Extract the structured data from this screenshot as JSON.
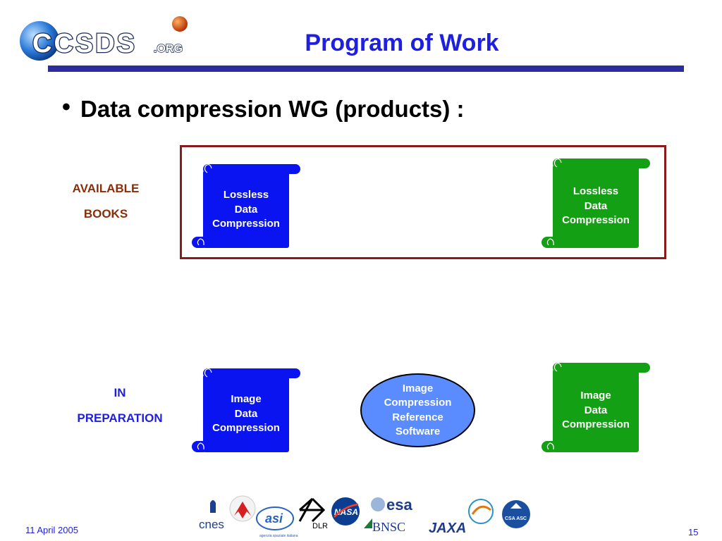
{
  "logo": {
    "main": "CCSDS",
    "suffix": ".ORG"
  },
  "title": "Program of Work",
  "bullet": "•",
  "heading": "Data compression WG (products) :",
  "labels": {
    "available_line1": "AVAILABLE",
    "available_line2": "BOOKS",
    "prep_line1": "IN",
    "prep_line2": "PREPARATION"
  },
  "scrolls": {
    "blue_available": [
      "Lossless",
      "Data",
      "Compression"
    ],
    "green_available": [
      "Lossless",
      "Data",
      "Compression"
    ],
    "blue_prep": [
      "Image",
      "Data",
      "Compression"
    ],
    "green_prep": [
      "Image",
      "Data",
      "Compression"
    ]
  },
  "ellipse": [
    "Image",
    "Compression",
    "Reference",
    "Software"
  ],
  "footer": {
    "date": "11 April 2005",
    "page": "15"
  },
  "agencies": {
    "cnes": "cnes",
    "asi": "agenzia spaziale italiana",
    "dlr": "DLR",
    "nasa": "NASA",
    "esa": "esa",
    "bnsc": "BNSC",
    "jaxa": "JAXA",
    "csa": "CSA ASC"
  },
  "colors": {
    "title": "#1f1fe0",
    "blue_scroll": "#0a14f0",
    "green_scroll": "#14a014",
    "box_border": "#8b1a1a",
    "rule": "#2c2c9a"
  }
}
